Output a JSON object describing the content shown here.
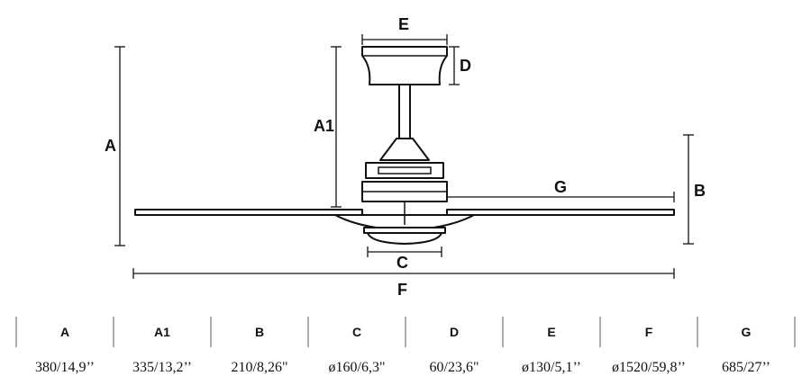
{
  "diagram": {
    "labels": {
      "A": "A",
      "A1": "A1",
      "B": "B",
      "C": "C",
      "D": "D",
      "E": "E",
      "F": "F",
      "G": "G"
    }
  },
  "table": {
    "columns": [
      {
        "header": "A",
        "value": "380/14,9’’"
      },
      {
        "header": "A1",
        "value": "335/13,2’’"
      },
      {
        "header": "B",
        "value": "210/8,26\""
      },
      {
        "header": "C",
        "value": "ø160/6,3\""
      },
      {
        "header": "D",
        "value": "60/23,6\""
      },
      {
        "header": "E",
        "value": "ø130/5,1’’"
      },
      {
        "header": "F",
        "value": "ø1520/59,8’’"
      },
      {
        "header": "G",
        "value": "685/27’’"
      }
    ]
  }
}
